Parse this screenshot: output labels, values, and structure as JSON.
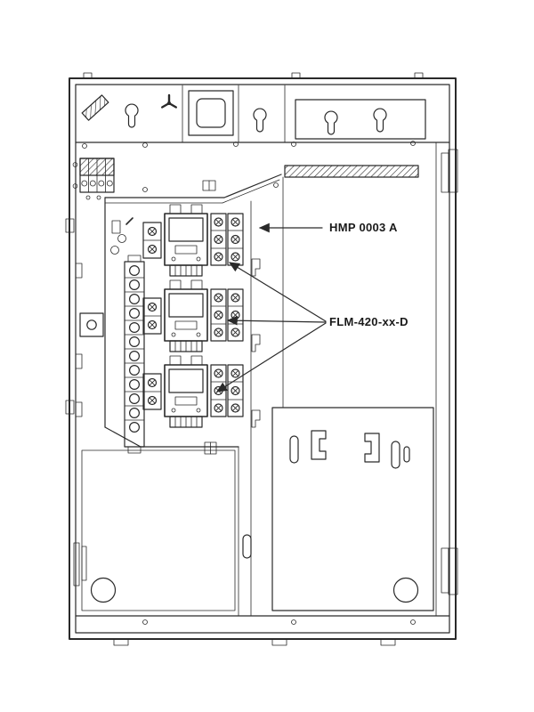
{
  "figure": {
    "background": "#ffffff",
    "line_color": "#2a2a2a",
    "labels": {
      "hmp": "HMP 0003 A",
      "flm": "FLM-420-xx-D"
    },
    "callouts": [
      {
        "label": "HMP 0003 A",
        "arrow_count": 1
      },
      {
        "label": "FLM-420-xx-D",
        "arrow_count": 3
      }
    ],
    "module_count": 3
  }
}
